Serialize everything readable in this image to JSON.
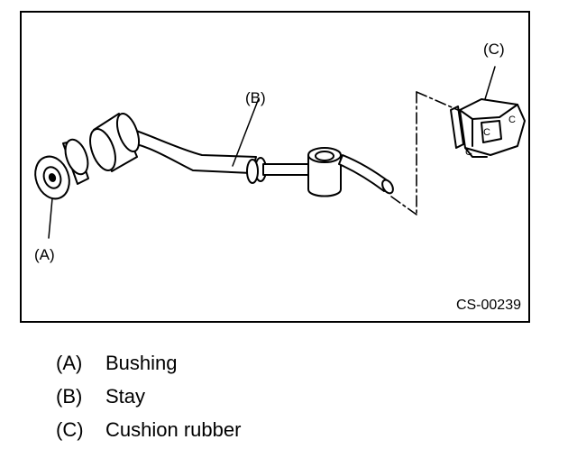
{
  "figure": {
    "callouts": {
      "a": "(A)",
      "b": "(B)",
      "c": "(C)"
    },
    "part_letter": "C",
    "code": "CS-00239"
  },
  "legend": [
    {
      "key": "(A)",
      "label": "Bushing"
    },
    {
      "key": "(B)",
      "label": "Stay"
    },
    {
      "key": "(C)",
      "label": "Cushion rubber"
    }
  ]
}
